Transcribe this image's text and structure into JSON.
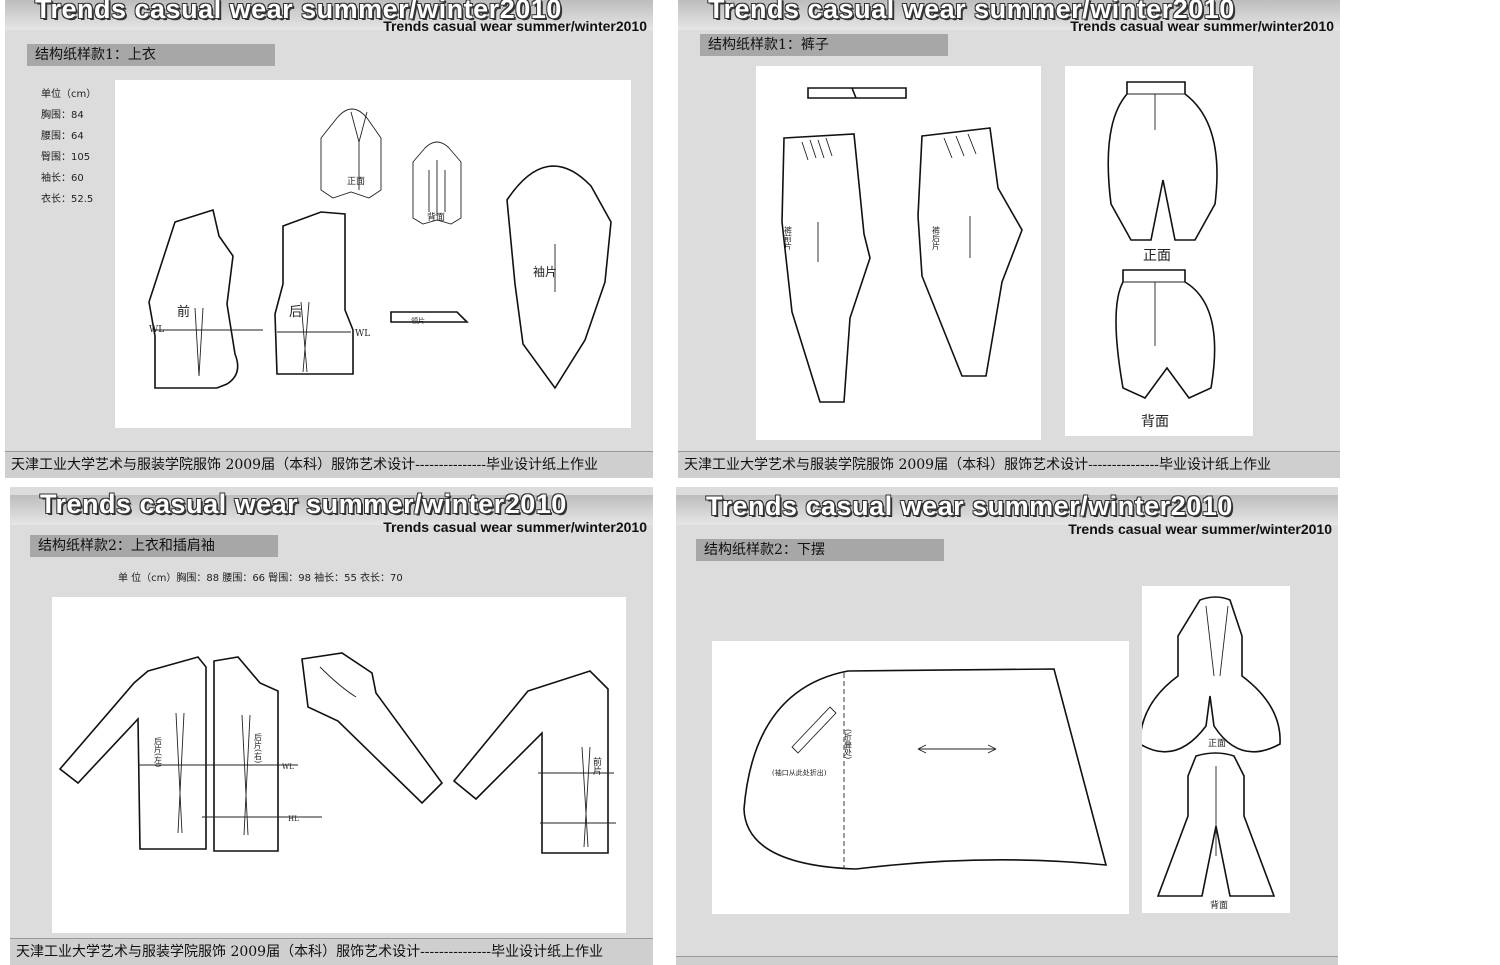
{
  "header": {
    "title_large": "Trends  casual wear summer/winter2010",
    "title_small": "Trends  casual wear summer/winter2010"
  },
  "footer_text": "天津工业大学艺术与服装学院服饰 2009届（本科）服饰艺术设计---------------毕业设计纸上作业",
  "panels": [
    {
      "section_label": "结构纸样款1：上衣",
      "measurements": [
        "单位（cm）",
        "胸围：84",
        "腰围：64",
        "臀围：105",
        "袖长：60",
        "衣长：52.5"
      ],
      "labels": {
        "front": "前",
        "back": "后",
        "sleeve": "袖片",
        "collar": "领片",
        "wl": "WL",
        "view_front": "正面",
        "view_back": "背面"
      }
    },
    {
      "section_label": "结构纸样款1：裤子",
      "labels": {
        "front_piece": "裤前片",
        "back_piece": "裤后片",
        "view_front": "正面",
        "view_back": "背面"
      }
    },
    {
      "section_label": "结构纸样款2：上衣和插肩袖",
      "measure_line": "单 位（cm）胸围：88 腰围：66 臀围：98 袖长：55 衣长：70",
      "labels": {
        "back_left": "后片(左)",
        "back_right": "后片(右)",
        "front": "前片",
        "wl": "WL",
        "hl": "HL"
      }
    },
    {
      "section_label": "结构纸样款2：下摆",
      "labels": {
        "fold": "(折叠处)",
        "note": "(袖口从此处折出)",
        "view_front": "正面",
        "view_back": "背面"
      }
    }
  ]
}
